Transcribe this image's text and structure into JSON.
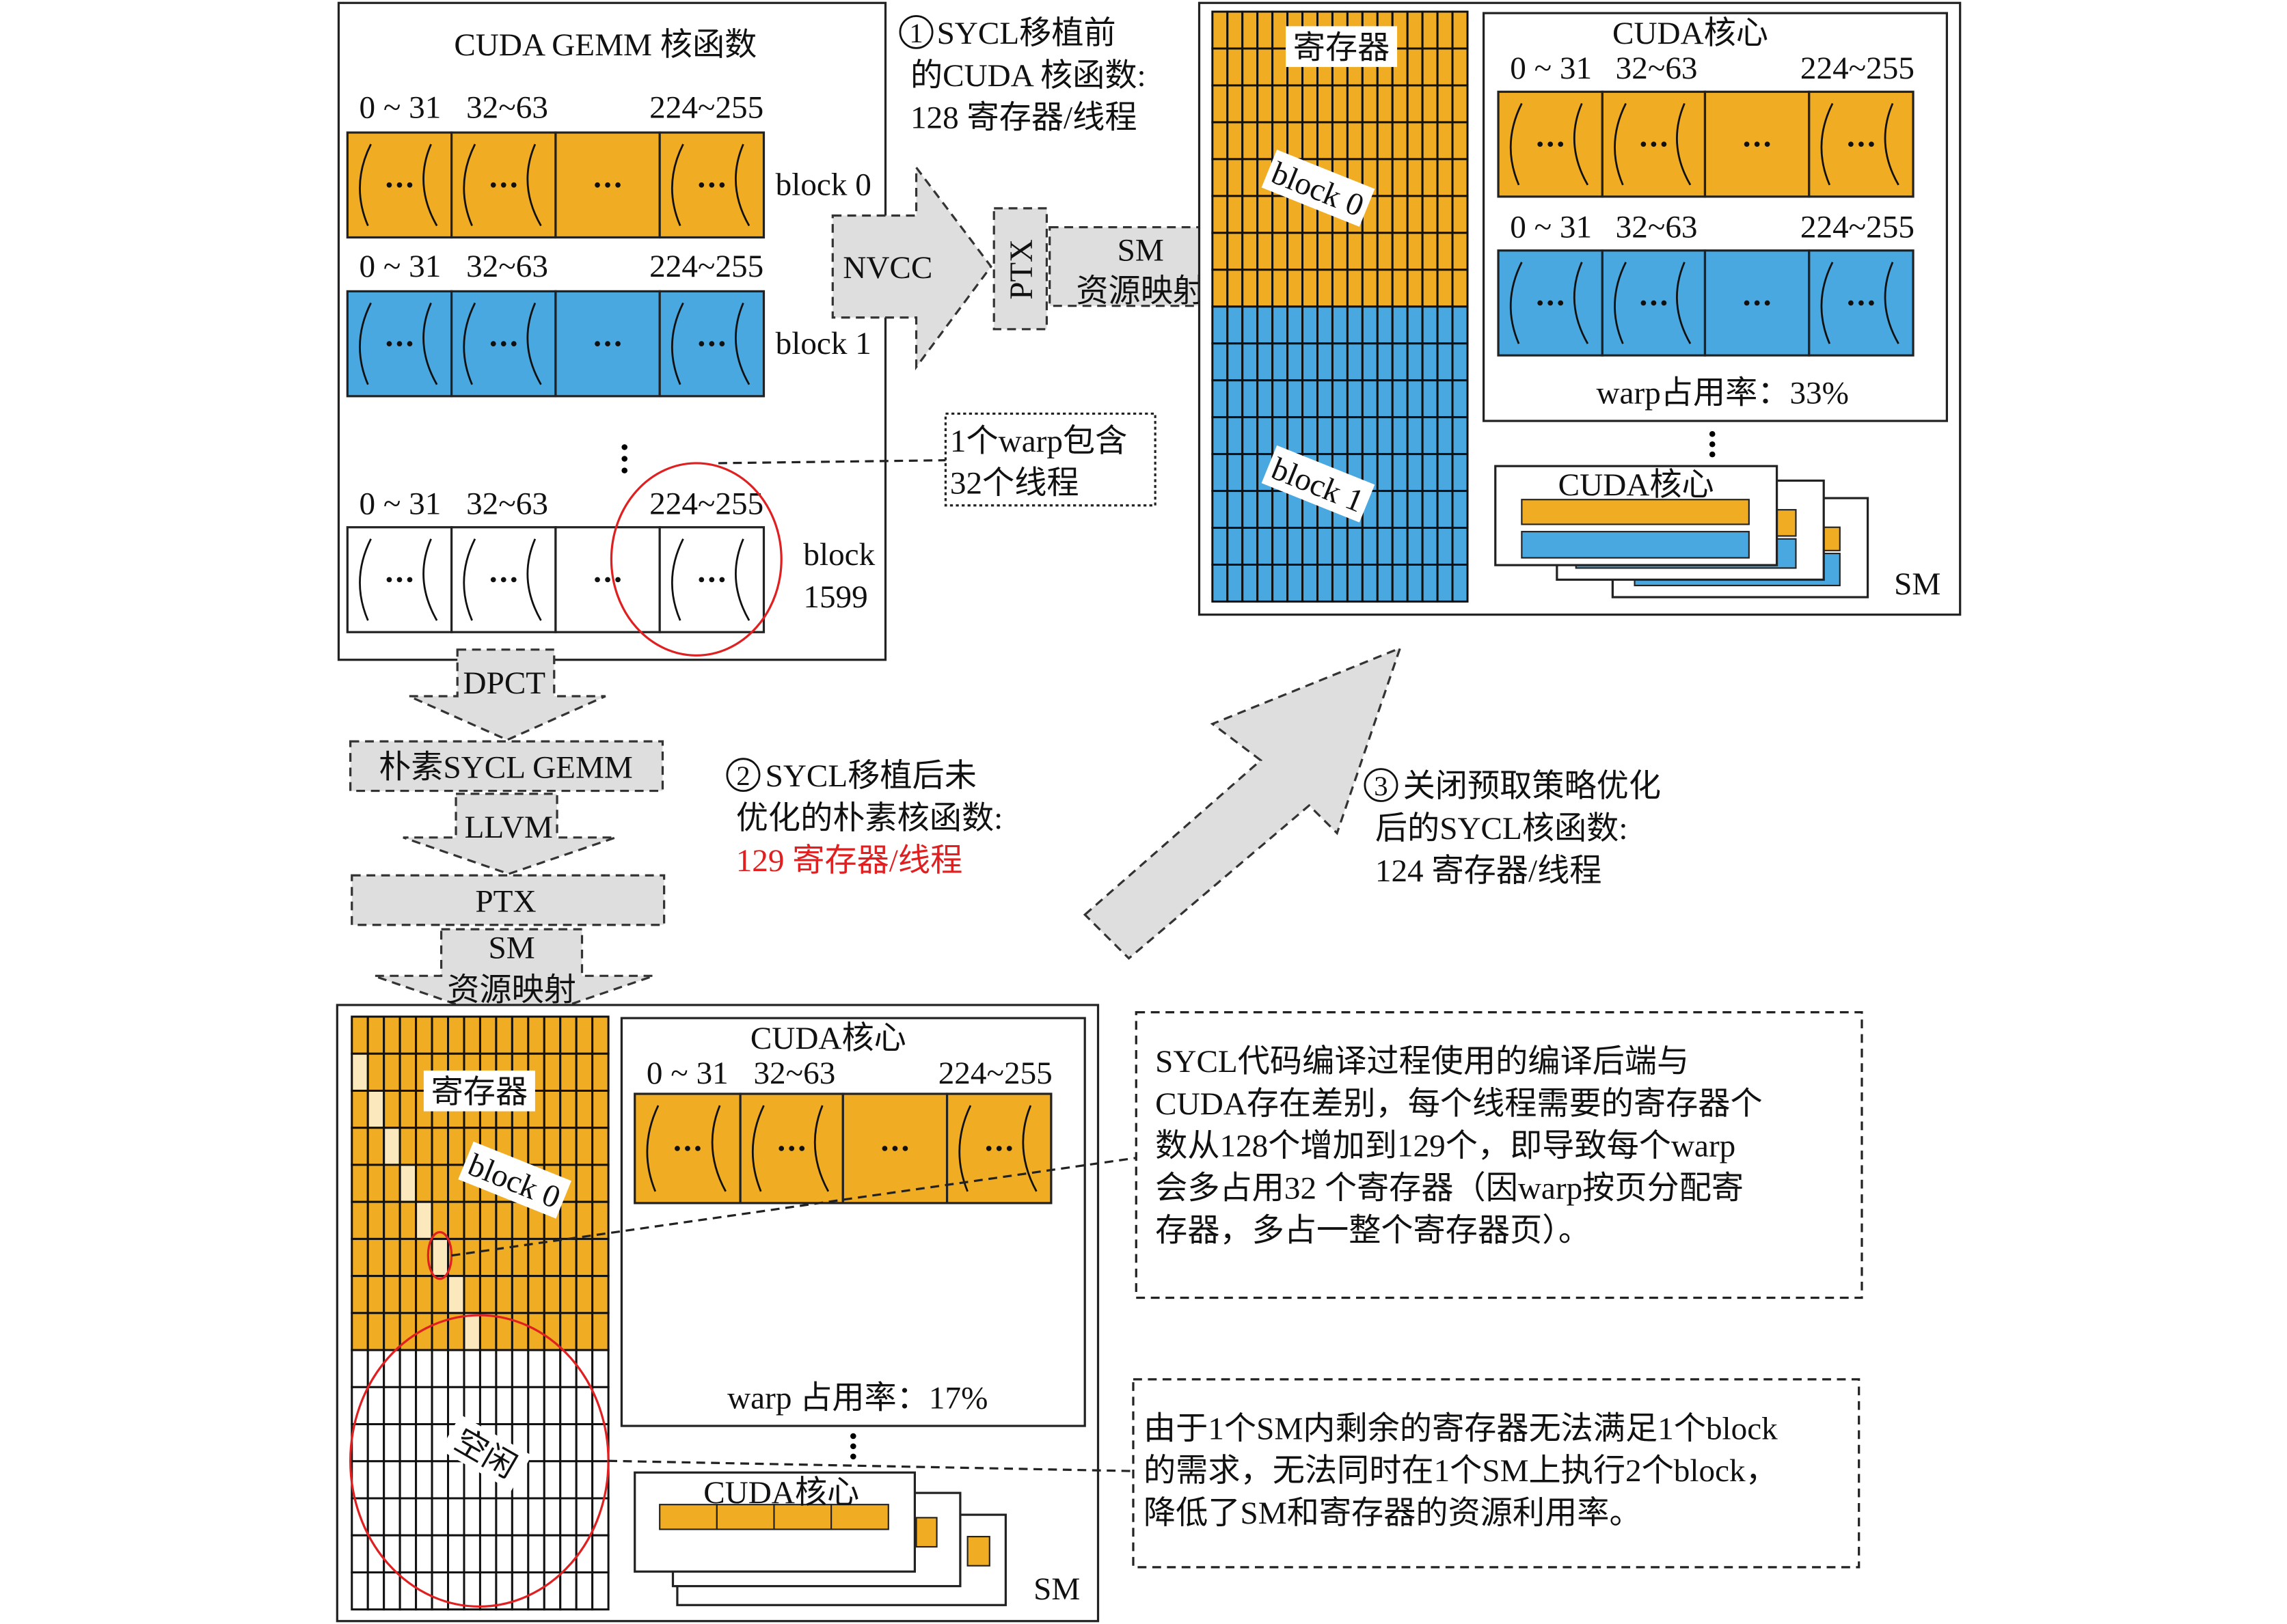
{
  "colors": {
    "orange": "#f0ad24",
    "blue": "#4aa8e0",
    "pale": "#fbe9bd",
    "red": "#e02020",
    "arrow_fill": "#dedede"
  },
  "top_left": {
    "title": "CUDA GEMM 核函数",
    "ranges": [
      "0 ~ 31",
      "32~63",
      "224~255"
    ],
    "block0": "block 0",
    "block1": "block 1",
    "block_last_a": "block",
    "block_last_b": "1599"
  },
  "note_warp": [
    "1个warp包含",
    "32个线程"
  ],
  "step1": {
    "num": "1",
    "lines": [
      "SYCL移植前",
      "的CUDA 核函数:",
      "128 寄存器/线程"
    ]
  },
  "arrows": {
    "nvcc": "NVCC",
    "ptx": "PTX",
    "sm": "SM",
    "map": "资源映射"
  },
  "top_right": {
    "registers": "寄存器",
    "block0": "block 0",
    "block1": "block 1",
    "core_title": "CUDA核心",
    "ranges": [
      "0 ~ 31",
      "32~63",
      "224~255"
    ],
    "occupancy": "warp占用率：33%",
    "core_title_2": "CUDA核心",
    "sm": "SM"
  },
  "pipeline": {
    "dpct": "DPCT",
    "naive": "朴素SYCL GEMM",
    "llvm": "LLVM",
    "ptx": "PTX",
    "sm": "SM",
    "map": "资源映射"
  },
  "step2": {
    "num": "2",
    "lines": [
      "SYCL移植后未",
      "优化的朴素核函数:",
      "129 寄存器/线程"
    ]
  },
  "step3": {
    "num": "3",
    "lines": [
      "关闭预取策略优化",
      "后的SYCL核函数:",
      "124 寄存器/线程"
    ]
  },
  "bottom": {
    "registers": "寄存器",
    "block0": "block 0",
    "idle": "空闲",
    "core_title": "CUDA核心",
    "ranges": [
      "0 ~ 31",
      "32~63",
      "224~255"
    ],
    "occupancy": "warp 占用率：17%",
    "core_title_2": "CUDA核心",
    "sm": "SM"
  },
  "explain1": [
    "SYCL代码编译过程使用的编译后端与",
    "CUDA存在差别，每个线程需要的寄存器个",
    "数从128个增加到129个，即导致每个warp",
    "会多占用32 个寄存器（因warp按页分配寄",
    "存器，多占一整个寄存器页）。"
  ],
  "explain2": [
    "由于1个SM内剩余的寄存器无法满足1个block",
    "的需求，无法同时在1个SM上执行2个block，",
    "降低了SM和寄存器的资源利用率。"
  ]
}
